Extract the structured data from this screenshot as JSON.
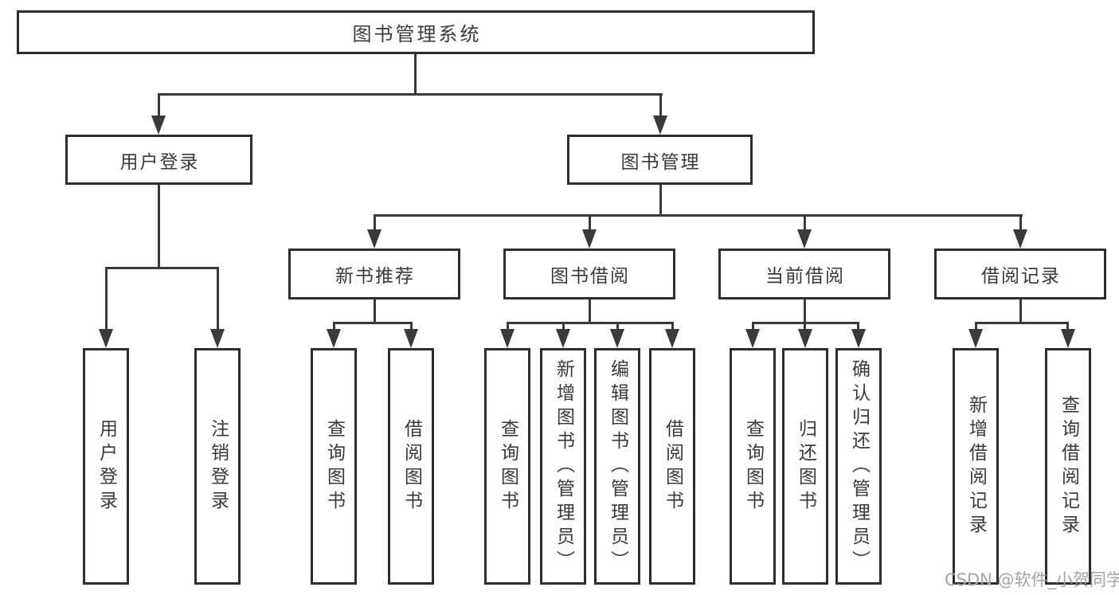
{
  "diagram": {
    "title": "图书管理系统",
    "branches": {
      "user_login": "用户登录",
      "book_management": "图书管理"
    },
    "modules": {
      "new_book": "新书推荐",
      "book_borrow": "图书借阅",
      "current_borrow": "当前借阅",
      "borrow_records": "借阅记录"
    },
    "leaves": {
      "user_login": [
        "用户登录",
        "注销登录"
      ],
      "new_book": [
        "查询图书",
        "借阅图书"
      ],
      "book_borrow": [
        "查询图书",
        "新增图书（管理员）",
        "编辑图书（管理员）",
        "借阅图书"
      ],
      "current_borrow": [
        "查询图书",
        "归还图书",
        "确认归还（管理员）"
      ],
      "borrow_records": [
        "新增借阅记录",
        "查询借阅记录"
      ]
    }
  },
  "watermark": "CSDN @软件_小贺同学",
  "colors": {
    "line": "#3a3a3c",
    "border": "#2e2e30",
    "text": "#3a3a3d",
    "watermark": "#a3a3a3",
    "background": "#ffffff"
  }
}
